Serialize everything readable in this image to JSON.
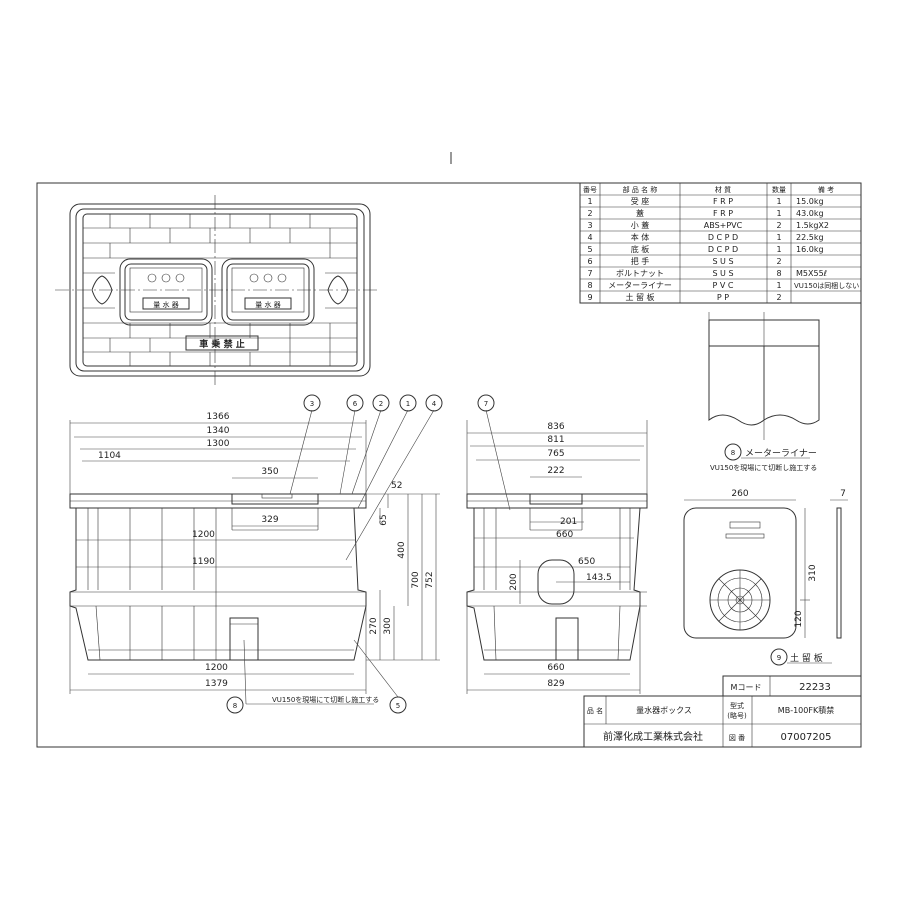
{
  "parts_table": {
    "headers": [
      "番号",
      "部 品 名 称",
      "材 質",
      "数量",
      "備 考"
    ],
    "rows": [
      [
        "1",
        "受 座",
        "F R P",
        "1",
        "15.0kg"
      ],
      [
        "2",
        "蓋",
        "F R P",
        "1",
        "43.0kg"
      ],
      [
        "3",
        "小 蓋",
        "ABS+PVC",
        "2",
        "1.5kgX2"
      ],
      [
        "4",
        "本 体",
        "D C P D",
        "1",
        "22.5kg"
      ],
      [
        "5",
        "底 板",
        "D C P D",
        "1",
        "16.0kg"
      ],
      [
        "6",
        "把 手",
        "S U S",
        "2",
        ""
      ],
      [
        "7",
        "ボルトナット",
        "S U S",
        "8",
        "M5X55ℓ"
      ],
      [
        "8",
        "メーターライナー",
        "P V C",
        "1",
        "VU150は同梱しない"
      ],
      [
        "9",
        "土 留 板",
        "P P",
        "2",
        ""
      ]
    ]
  },
  "title_block": {
    "mcode_label": "Mコード",
    "mcode_value": "22233",
    "name_label": "品 名",
    "name_value": "量水器ボックス",
    "model_label_1": "型式",
    "model_label_2": "(略号)",
    "model_value": "MB-100FK積禁",
    "company": "前澤化成工業株式会社",
    "drawing_label": "図 番",
    "drawing_value": "07007205"
  },
  "lid_text": {
    "warning": "車 乗 禁 止",
    "meter_1": "量 水 器",
    "meter_2": "量 水 器"
  },
  "front_view": {
    "dims_top": [
      "1366",
      "1340",
      "1300",
      "1104"
    ],
    "dim_350": "350",
    "dim_329": "329",
    "dim_1200_top": "1200",
    "dim_1190": "1190",
    "dim_1200_bottom": "1200",
    "dim_1379": "1379",
    "dims_right": [
      "52",
      "65",
      "400",
      "700",
      "752",
      "270",
      "300"
    ],
    "note": "VU150を現場にて切断し施工する"
  },
  "side_view": {
    "dims_top": [
      "836",
      "811",
      "765"
    ],
    "dim_222": "222",
    "dim_201": "201",
    "dim_660_top": "660",
    "dim_650": "650",
    "dim_143_5": "143.5",
    "dim_200": "200",
    "dim_660_bottom": "660",
    "dim_829": "829"
  },
  "liner": {
    "number": "8",
    "label": "メーターライナー",
    "note": "VU150を現場にて切断し施工する"
  },
  "plate": {
    "number": "9",
    "label": "土 留 板",
    "dim_260": "260",
    "dim_7": "7",
    "dim_310": "310",
    "dim_120": "120"
  },
  "balloons": [
    "3",
    "6",
    "2",
    "1",
    "4",
    "7",
    "8",
    "5"
  ]
}
